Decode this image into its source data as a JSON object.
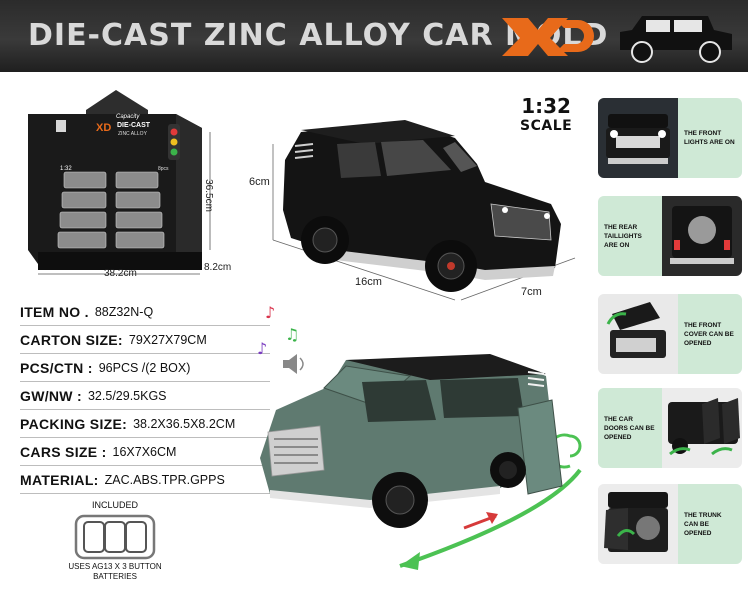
{
  "header": {
    "title": "DIE-CAST ZINC ALLOY CAR MOLD",
    "brand": "XD"
  },
  "display_box": {
    "brand": "XD",
    "sub1": "Capacity",
    "sub2": "DIE-CAST",
    "sub3": "ZINC ALLOY",
    "scale": "1:32",
    "count": "8pcs",
    "width": "38.2cm",
    "height": "36.5cm",
    "depth": "8.2cm"
  },
  "specs": [
    {
      "label": "ITEM NO .",
      "value": "88Z32N-Q"
    },
    {
      "label": "CARTON SIZE:",
      "value": "79X27X79CM"
    },
    {
      "label": "PCS/CTN :",
      "value": "96PCS /(2 BOX)"
    },
    {
      "label": "GW/NW :",
      "value": "32.5/29.5KGS"
    },
    {
      "label": "PACKING SIZE:",
      "value": "38.2X36.5X8.2CM"
    },
    {
      "label": "CARS SIZE :",
      "value": "16X7X6CM"
    },
    {
      "label": "MATERIAL:",
      "value": "ZAC.ABS.TPR.GPPS"
    }
  ],
  "included": {
    "label": "INCLUDED",
    "caption_line1": "USES AG13 X 3 BUTTON",
    "caption_line2": "BATTERIES"
  },
  "scale": {
    "number": "1:32",
    "word": "SCALE"
  },
  "top_car": {
    "height": "6cm",
    "length": "16cm",
    "width": "7cm"
  },
  "features": [
    {
      "text": "THE FRONT LIGHTS ARE ON"
    },
    {
      "text": "THE REAR TAILLIGHTS ARE ON"
    },
    {
      "text": "THE FRONT COVER CAN BE OPENED"
    },
    {
      "text": "THE CAR DOORS CAN BE OPENED"
    },
    {
      "text": "THE TRUNK CAN BE OPENED"
    }
  ],
  "colors": {
    "header_bg": "#2b2b2b",
    "brand_orange": "#e86a1a",
    "caption_green": "#cfe9d6",
    "car_black": "#141414",
    "car_green": "#5f7a70"
  }
}
